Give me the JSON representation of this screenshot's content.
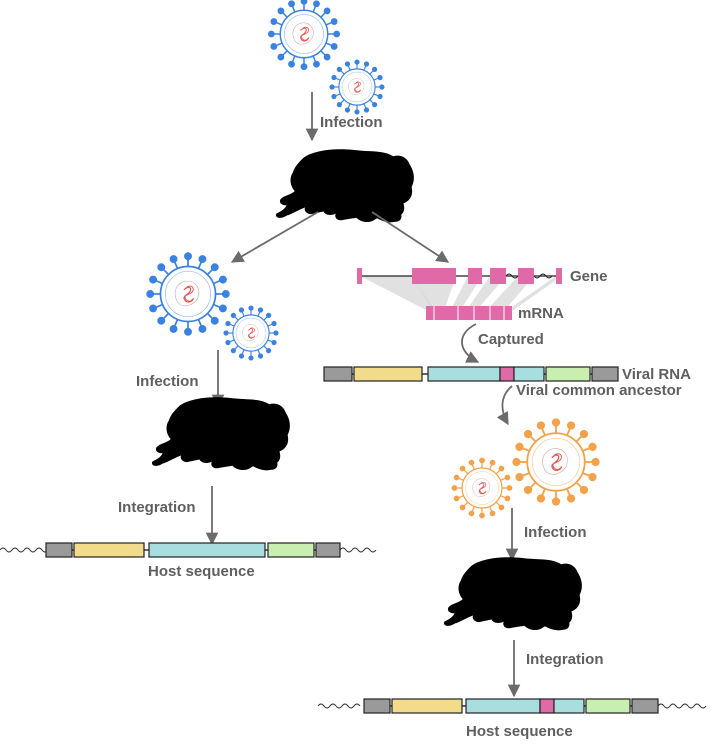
{
  "labels": {
    "infection_top": "Infection",
    "infection_left": "Infection",
    "integration_left": "Integration",
    "host_sequence_left": "Host sequence",
    "gene": "Gene",
    "mrna": "mRNA",
    "captured": "Captured",
    "viral_rna": "Viral RNA",
    "viral_common_ancestor": "Viral common ancestor",
    "infection_right": "Infection",
    "integration_right": "Integration",
    "host_sequence_right": "Host sequence"
  },
  "colors": {
    "virus_blue": "#3b82e0",
    "virus_orange": "#f2a24a",
    "gene_pink": "#e06aa8",
    "segment_grey": "#9a9a9a",
    "segment_yellow": "#f2dc8c",
    "segment_cyan": "#a8dede",
    "segment_green": "#c8efb0",
    "arrow_grey": "#6b6b6b",
    "label_grey": "#5f5f5f"
  },
  "icons": {
    "virus": "virus-icon",
    "frog": "toad-silhouette-icon"
  }
}
